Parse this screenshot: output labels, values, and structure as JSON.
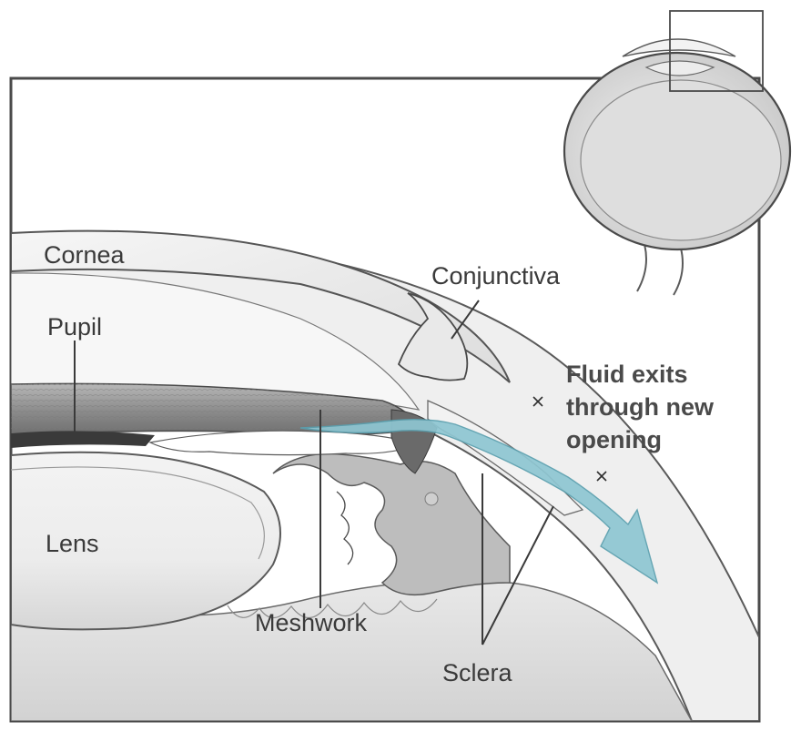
{
  "diagram": {
    "labels": {
      "cornea": "Cornea",
      "pupil": "Pupil",
      "lens": "Lens",
      "conjunctiva": "Conjunctiva",
      "meshwork": "Meshwork",
      "sclera": "Sclera"
    },
    "callout": {
      "line1": "Fluid exits",
      "line2": "through new",
      "line3": "opening"
    },
    "colors": {
      "fluid": "#8ec6d2",
      "fluid_edge": "#5a9fae",
      "frame": "#4a4a4a",
      "tissue": "#e4e4e4",
      "iris": "#9a9a9a"
    }
  }
}
